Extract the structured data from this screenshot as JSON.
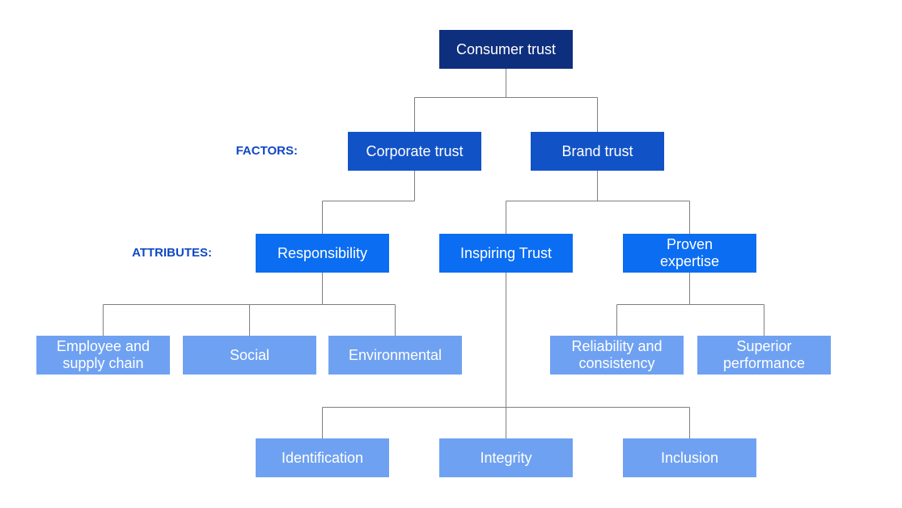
{
  "colors": {
    "level1": "#0E2F7D",
    "level2": "#1252C7",
    "level3": "#0B6DF2",
    "level4": "#6FA1F2",
    "connector": "#7F7F7F",
    "row_label": "#1148C4",
    "node_text": "#FFFFFF",
    "background": "#FFFFFF"
  },
  "row_labels": {
    "factors": "FACTORS:",
    "attributes": "ATTRIBUTES:"
  },
  "nodes": {
    "consumer_trust": {
      "label": "Consumer trust"
    },
    "corporate_trust": {
      "label": "Corporate trust"
    },
    "brand_trust": {
      "label": "Brand trust"
    },
    "responsibility": {
      "label": "Responsibility"
    },
    "inspiring_trust": {
      "label": "Inspiring Trust"
    },
    "proven_expertise": {
      "label": "Proven\nexpertise"
    },
    "employee_and_supply_chain": {
      "label": "Employee and\nsupply chain"
    },
    "social": {
      "label": "Social"
    },
    "environmental": {
      "label": "Environmental"
    },
    "reliability_and_consistency": {
      "label": "Reliability and\nconsistency"
    },
    "superior_performance": {
      "label": "Superior\nperformance"
    },
    "identification": {
      "label": "Identification"
    },
    "integrity": {
      "label": "Integrity"
    },
    "inclusion": {
      "label": "Inclusion"
    }
  },
  "edges": [
    [
      "consumer_trust",
      "corporate_trust"
    ],
    [
      "consumer_trust",
      "brand_trust"
    ],
    [
      "corporate_trust",
      "responsibility"
    ],
    [
      "brand_trust",
      "inspiring_trust"
    ],
    [
      "brand_trust",
      "proven_expertise"
    ],
    [
      "responsibility",
      "employee_and_supply_chain"
    ],
    [
      "responsibility",
      "social"
    ],
    [
      "responsibility",
      "environmental"
    ],
    [
      "inspiring_trust",
      "identification"
    ],
    [
      "inspiring_trust",
      "integrity"
    ],
    [
      "inspiring_trust",
      "inclusion"
    ],
    [
      "proven_expertise",
      "reliability_and_consistency"
    ],
    [
      "proven_expertise",
      "superior_performance"
    ]
  ]
}
